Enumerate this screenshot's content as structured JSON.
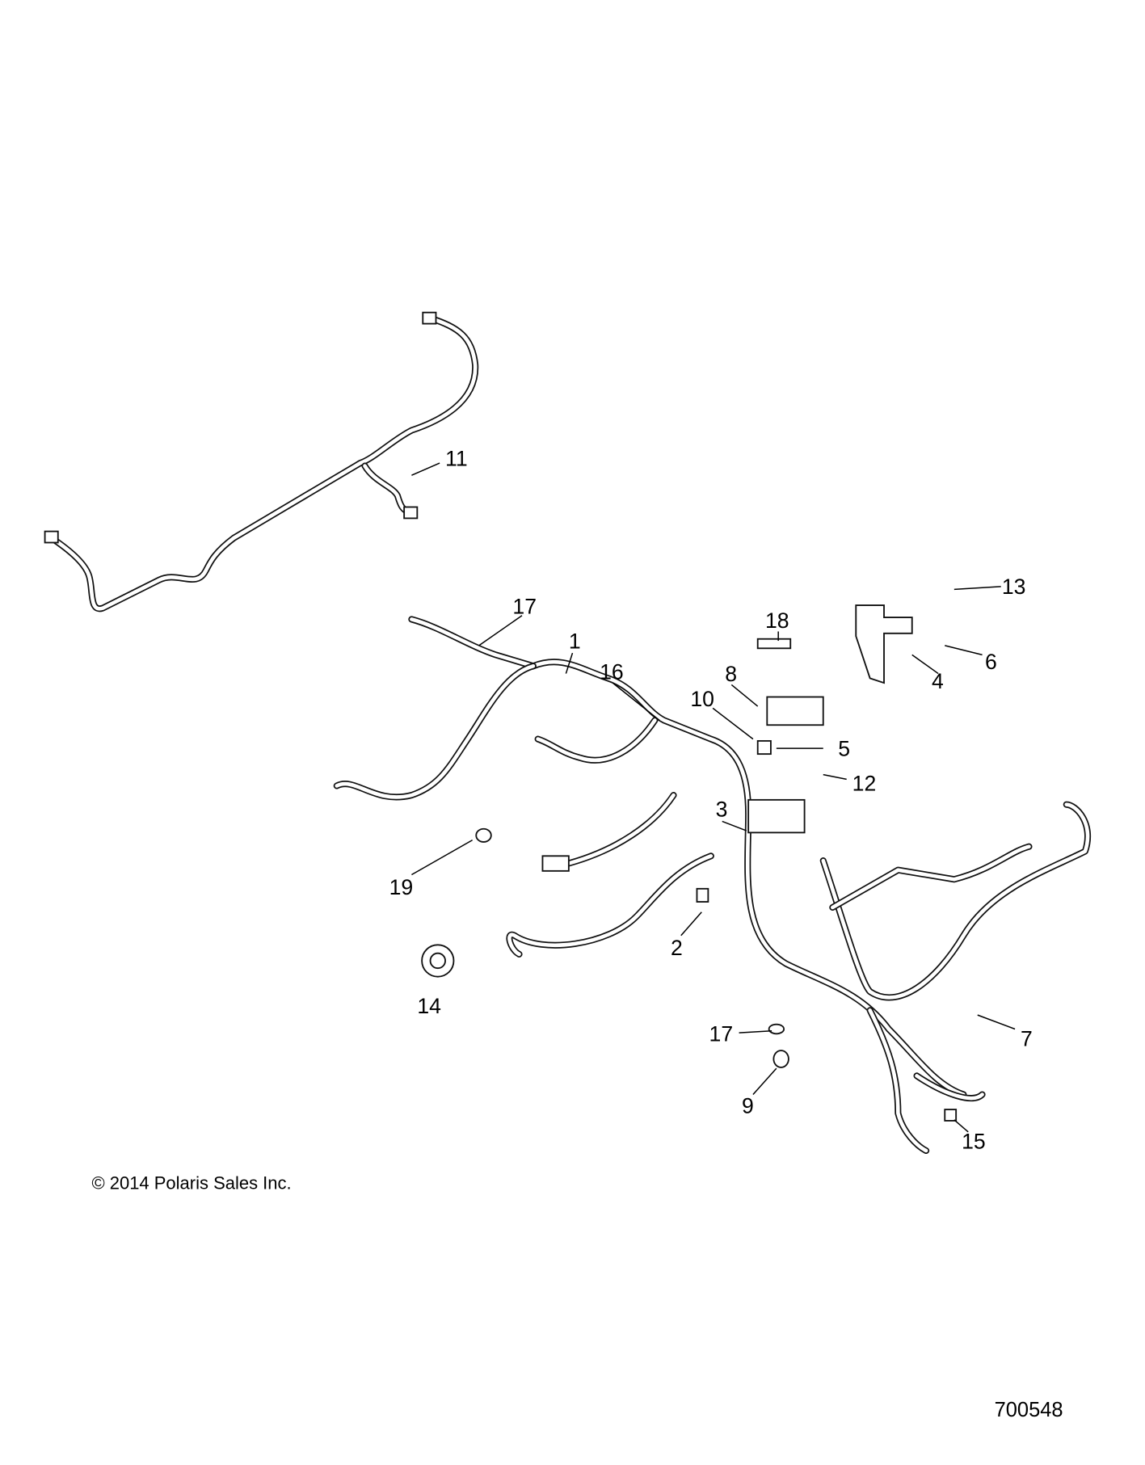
{
  "diagram": {
    "callouts": [
      "11",
      "17",
      "1",
      "16",
      "18",
      "8",
      "10",
      "5",
      "12",
      "3",
      "13",
      "6",
      "4",
      "19",
      "2",
      "14",
      "7",
      "17",
      "9",
      "15"
    ],
    "copyright": "© 2014 Polaris Sales Inc.",
    "figure_number": "700548"
  }
}
